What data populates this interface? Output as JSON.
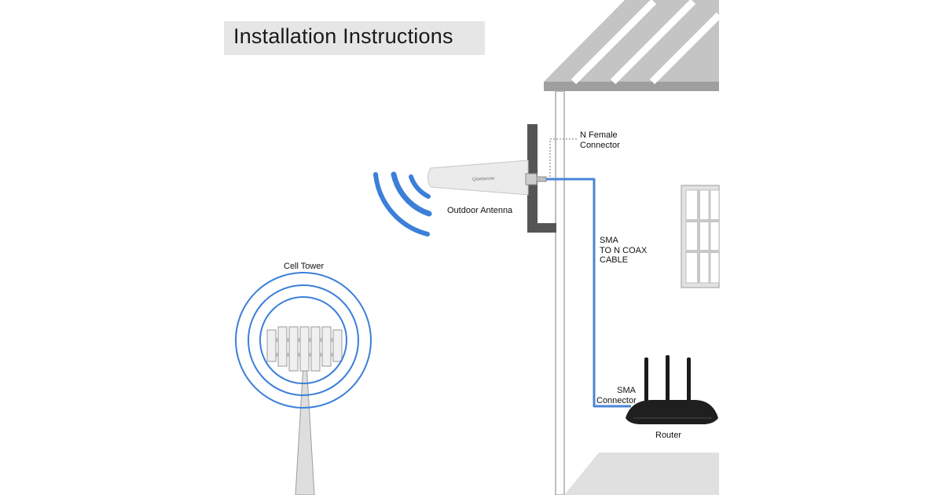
{
  "title": "Installation Instructions",
  "labels": {
    "n_female_connector": [
      "N Female",
      "Connector"
    ],
    "outdoor_antenna": "Outdoor Antenna",
    "sma_cable": [
      "SMA",
      "TO N COAX",
      "CABLE"
    ],
    "cell_tower": "Cell Tower",
    "sma_connector": [
      "SMA",
      "Connector"
    ],
    "router": "Router"
  },
  "antenna_brand": "Qlaelanow",
  "colors": {
    "signal_blue": "#3b7fd9",
    "cable_blue": "#4a86d8",
    "house_gray": "#b3b3b3",
    "bracket_gray": "#555555",
    "router_black": "#1b1b1b"
  }
}
